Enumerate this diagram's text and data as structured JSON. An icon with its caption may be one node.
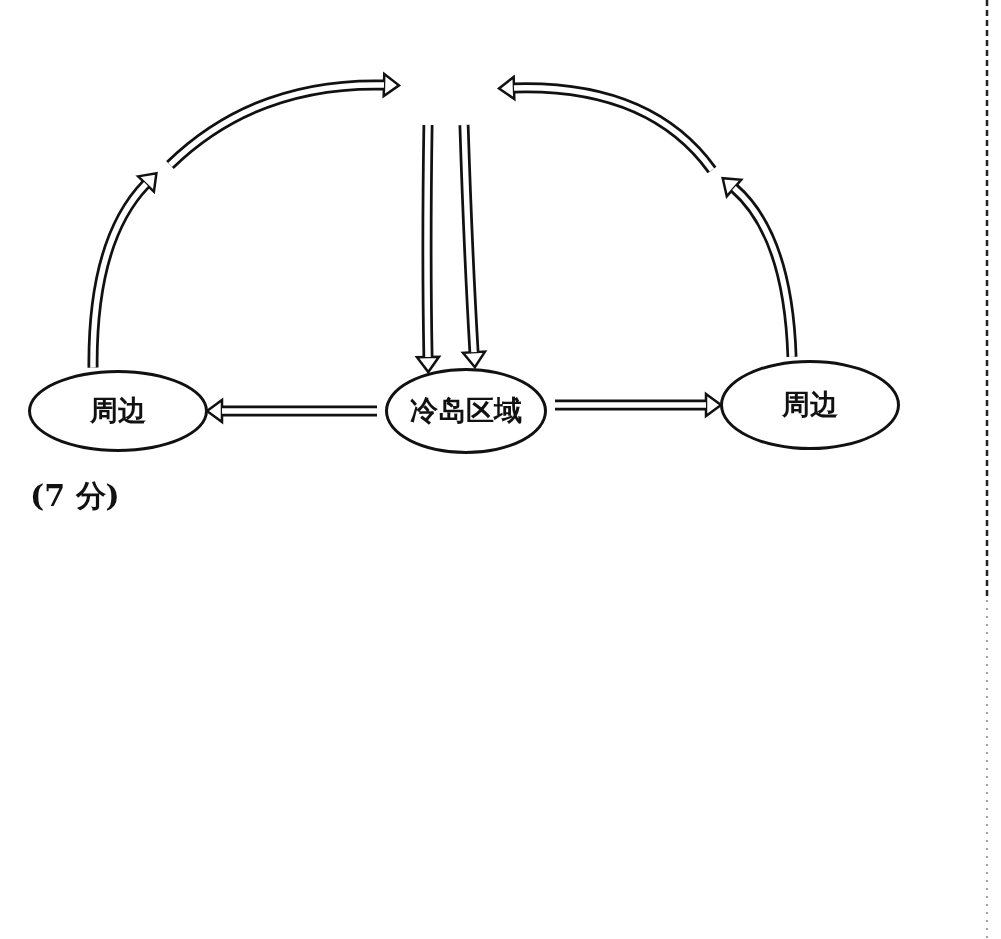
{
  "diagram": {
    "nodes": [
      {
        "text": [
          "周边"
        ]
      },
      {
        "text": [
          "冷岛区域"
        ]
      },
      {
        "text": [
          "周边"
        ]
      }
    ],
    "edges": [
      {
        "from": 1,
        "to": 0,
        "arrow": "to"
      },
      {
        "from": 1,
        "to": 2,
        "arrow": "to"
      },
      {
        "from": 0,
        "to": null,
        "arrow": "to"
      },
      {
        "from": null,
        "to": 1,
        "arrow": "to"
      },
      {
        "from": null,
        "to": 1,
        "arrow": "to"
      },
      {
        "from": 2,
        "to": null,
        "arrow": "to"
      }
    ],
    "labels": [
      "(7 分)"
    ]
  }
}
